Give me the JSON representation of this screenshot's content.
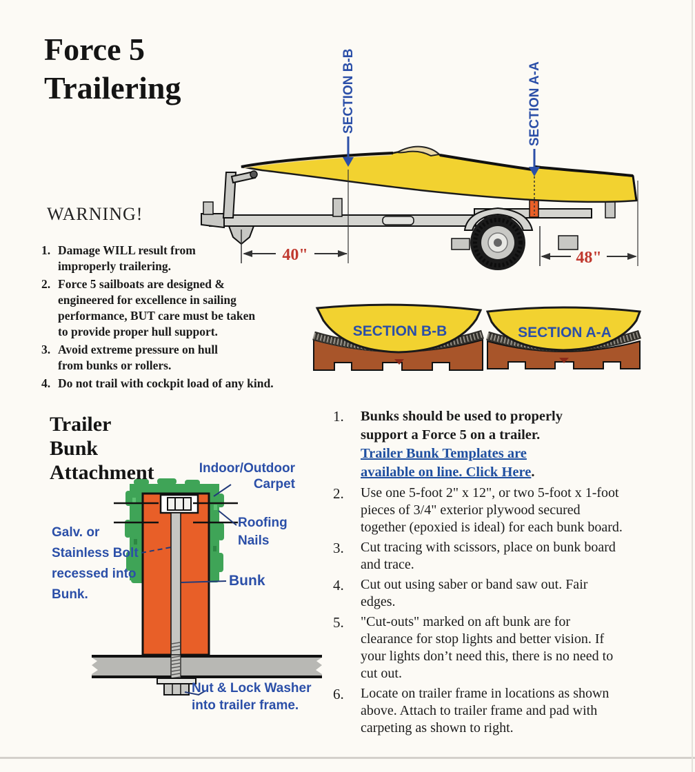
{
  "page": {
    "title_line1": "Force 5",
    "title_line2": "Trailering"
  },
  "colors": {
    "paper": "#fcfaf5",
    "label_blue": "#2b4fa8",
    "link_blue": "#1f4fa0",
    "dimension_red": "#c0392f",
    "hull_yellow": "#f2d230",
    "bunk_orange": "#e85f28",
    "bunk_brown": "#a8552a",
    "carpet_green": "#3fa457"
  },
  "boat_diagram": {
    "section_bb": "SECTION B-B",
    "section_aa": "SECTION A-A",
    "dim_front": "40\"",
    "dim_rear": "48\""
  },
  "warning": {
    "heading": "WARNING!",
    "items": [
      {
        "num": "1.",
        "text": "Damage WILL result from\nimproperly trailering."
      },
      {
        "num": "2.",
        "text": "Force 5 sailboats are designed &\nengineered for excellence in sailing\nperformance, BUT care must be taken\nto provide proper hull support."
      },
      {
        "num": "3.",
        "text": "Avoid extreme pressure on hull\nfrom bunks or rollers."
      },
      {
        "num": "4.",
        "text": "Do not trail with cockpit load of any kind."
      }
    ]
  },
  "cross_sections": {
    "left_label": "SECTION B-B",
    "right_label": "SECTION A-A"
  },
  "bunk_attachment": {
    "heading": "Trailer\nBunk\nAttachment",
    "carpet_label": "Indoor/Outdoor\nCarpet",
    "nails_label": "Roofing\nNails",
    "bolt_label": "Galv. or\nStainless Bolt\nrecessed into\nBunk.",
    "bunk_label": "Bunk",
    "nut_label": "Nut & Lock Washer\ninto trailer frame."
  },
  "instructions": {
    "items": [
      {
        "num": "1.",
        "bold_text": "Bunks should be used to properly\nsupport a Force 5 on a trailer.\n",
        "link_text": "Trailer Bunk Templates are\navailable on line. Click Here",
        "after_link": "."
      },
      {
        "num": "2.",
        "text": "Use one 5-foot 2\" x 12\", or two 5-foot x 1-foot\npieces of 3/4\" exterior plywood secured\ntogether (epoxied is ideal) for each bunk board."
      },
      {
        "num": "3.",
        "text": "Cut tracing with scissors, place on bunk board\nand trace."
      },
      {
        "num": "4.",
        "text": "Cut out using saber or band saw out. Fair\nedges."
      },
      {
        "num": "5.",
        "text": "\"Cut-outs\" marked on aft bunk are for\nclearance for stop lights and better vision. If\nyour lights don’t need this, there is no need to\ncut out."
      },
      {
        "num": "6.",
        "text": "Locate on trailer frame in locations as shown\nabove. Attach to trailer frame and pad with\ncarpeting as shown to right."
      }
    ]
  }
}
